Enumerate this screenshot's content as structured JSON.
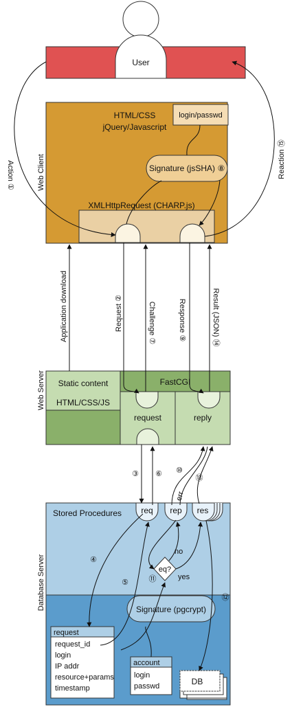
{
  "user": {
    "label": "User"
  },
  "web_client": {
    "title": "Web Client",
    "tech_line1": "HTML/CSS",
    "tech_line2": "jQuery/Javascript",
    "login_box": "login/passwd",
    "signature": "Signature (jsSHA)",
    "signature_step": "⑧",
    "xhr": "XMLHttpRequest (CHARP.js)"
  },
  "web_server": {
    "title": "Web Server",
    "static_content": "Static content",
    "static_tech": "HTML/CSS/JS",
    "fastcgi": "FastCGI",
    "request": "request",
    "reply": "reply"
  },
  "database_server": {
    "title": "Database Server",
    "stored_procedures": "Stored Procedures",
    "req": "req",
    "rep": "rep",
    "res": "res",
    "eq": "eq?",
    "no": "no",
    "yes": "yes",
    "signature": "Signature (pgcrypt)",
    "request_table": {
      "title": "request",
      "fields": [
        "request_id",
        "login",
        "IP addr",
        "resource+params",
        "timestamp"
      ]
    },
    "account_table": {
      "title": "account",
      "fields": [
        "login",
        "passwd"
      ]
    },
    "db": "DB"
  },
  "edges": {
    "action": "Action ①",
    "reaction": "Reaction ⑮",
    "app_download": "Application download",
    "request": "Request ②",
    "challenge": "Challenge ⑦",
    "response": "Response ⑨",
    "result": "Result (JSON) ⑭",
    "step3": "③",
    "step4": "④",
    "step5": "⑤",
    "step6": "⑥",
    "step10": "⑩",
    "step11": "⑪",
    "step12": "⑫",
    "step13": "⑬",
    "err": "err"
  }
}
